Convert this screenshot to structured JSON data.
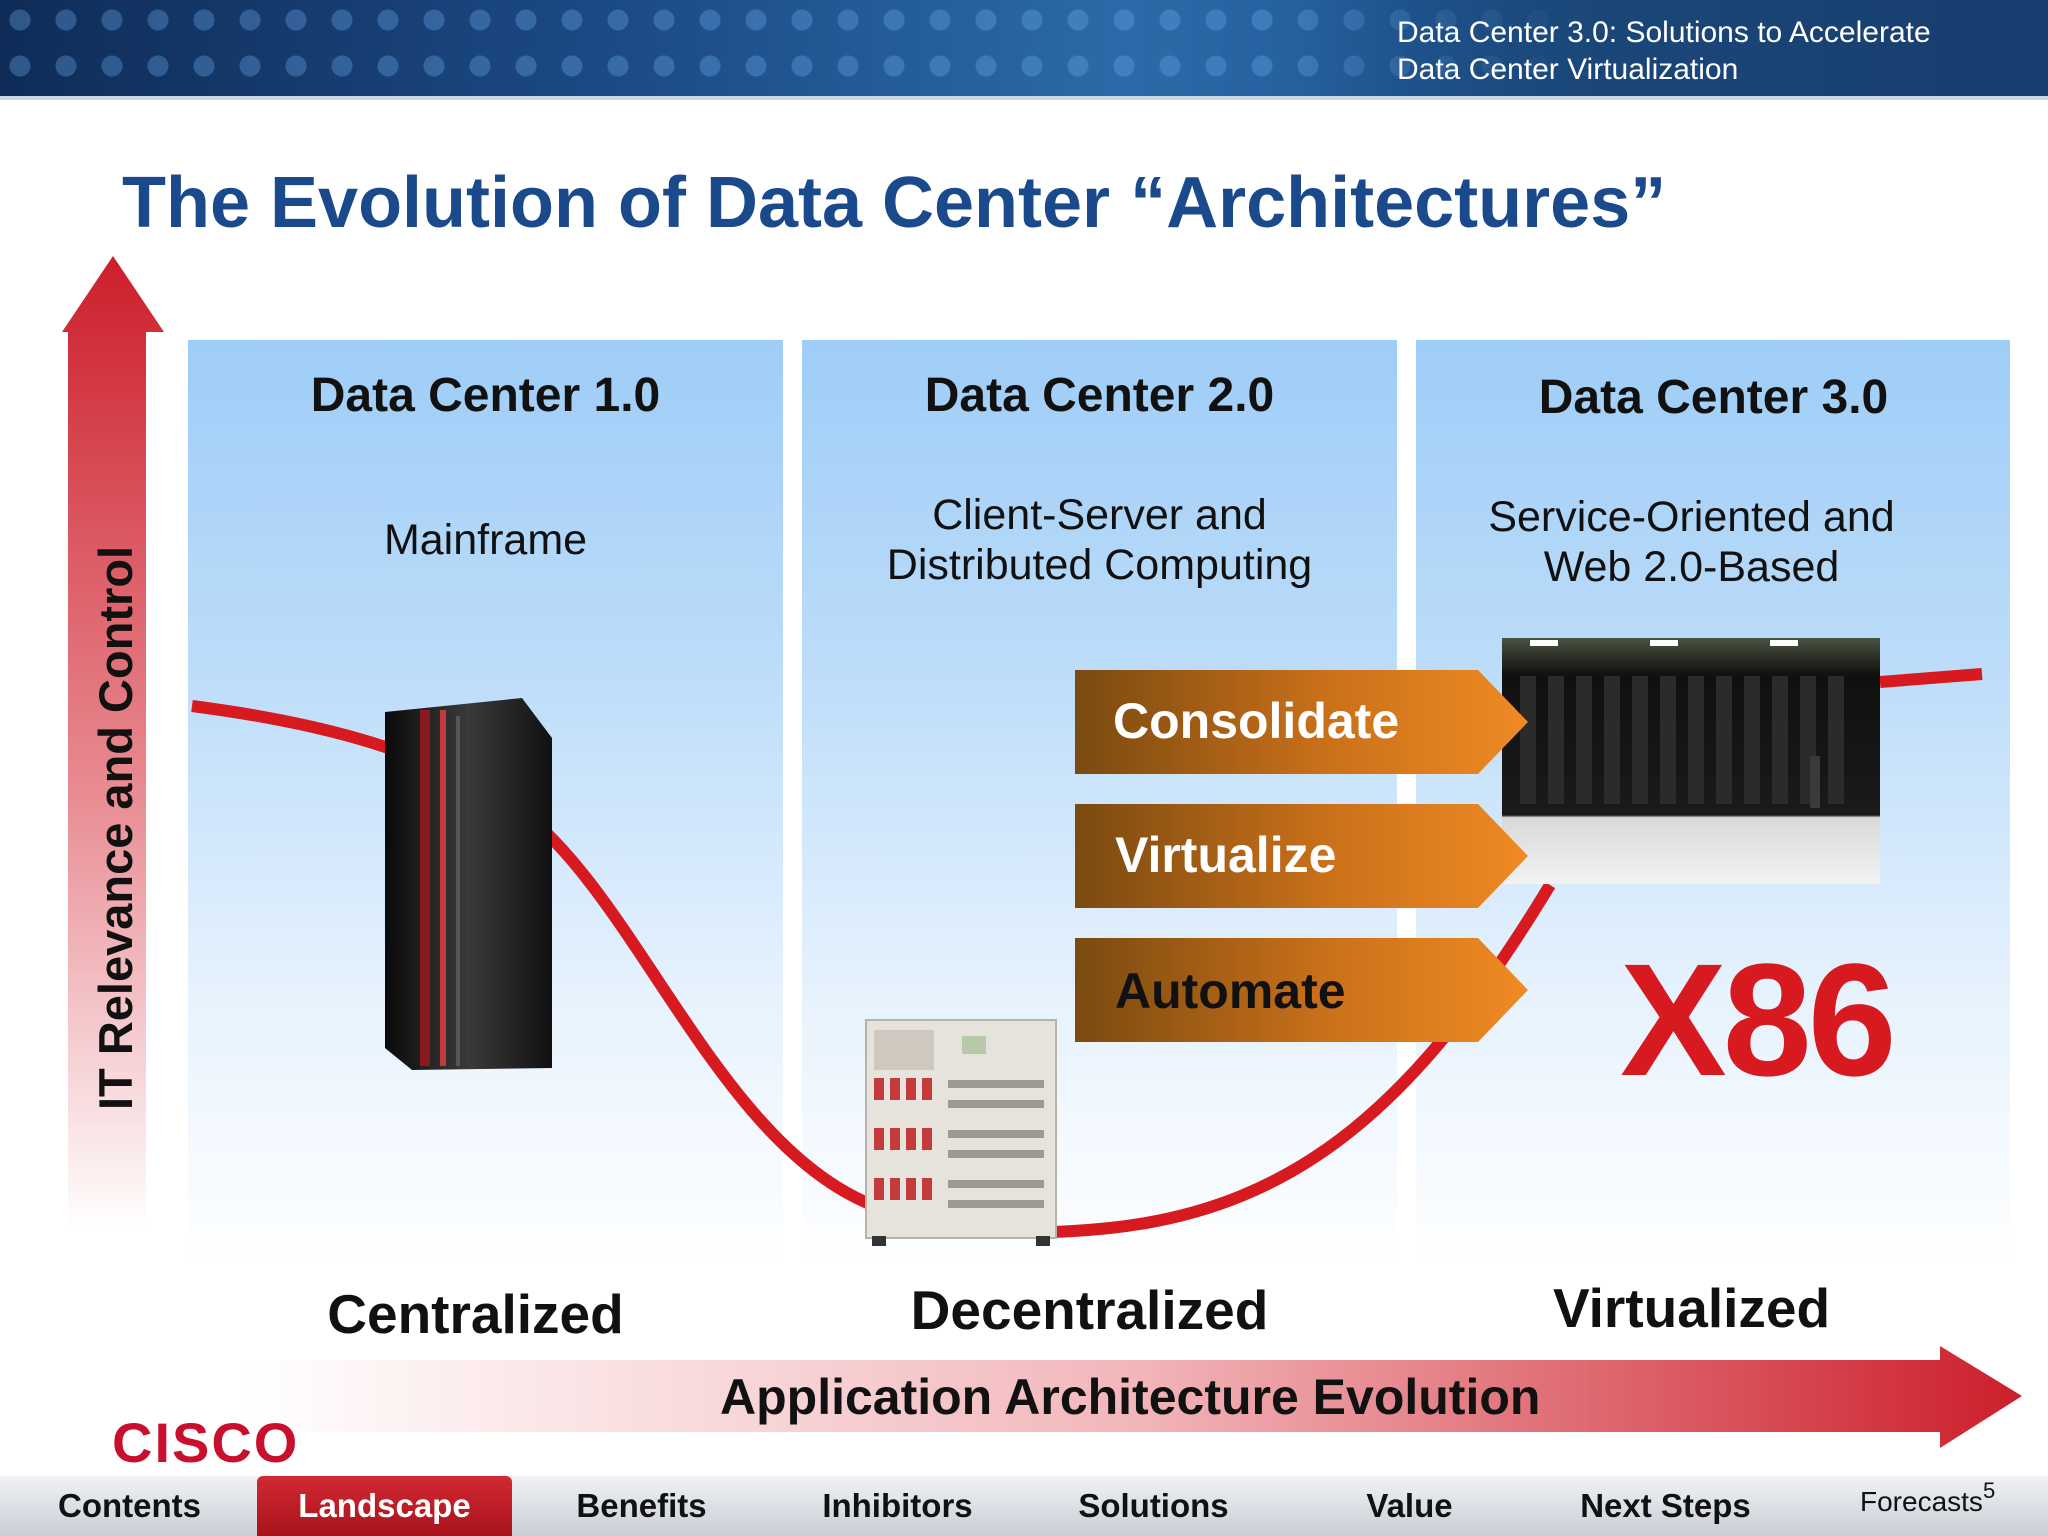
{
  "header": {
    "line1": "Data Center 3.0: Solutions to Accelerate",
    "line2": "Data Center Virtualization"
  },
  "title": "The Evolution of Data Center “Architectures”",
  "y_axis_label": "IT Relevance and Control",
  "x_axis_label": "Application Architecture Evolution",
  "panels": [
    {
      "title": "Data Center 1.0",
      "subtitle_lines": [
        "Mainframe"
      ],
      "era": "Centralized"
    },
    {
      "title": "Data Center 2.0",
      "subtitle_lines": [
        "Client-Server and",
        "Distributed Computing"
      ],
      "era": "Decentralized"
    },
    {
      "title": "Data Center 3.0",
      "subtitle_lines": [
        "Service-Oriented and",
        "Web 2.0-Based"
      ],
      "era": "Virtualized"
    }
  ],
  "steps": [
    "Consolidate",
    "Virtualize",
    "Automate"
  ],
  "x86_label": "X86",
  "logo": "CISCO",
  "nav": {
    "items": [
      "Contents",
      "Landscape",
      "Benefits",
      "Inhibitors",
      "Solutions",
      "Value",
      "Next Steps"
    ],
    "active": "Landscape",
    "extra": "Forecasts",
    "page": "5"
  },
  "colors": {
    "title_blue": "#1a4a8c",
    "curve_red": "#d71920",
    "chevron_dark": "#7a4a10",
    "chevron_light": "#f08a24",
    "nav_active": "#c41e26"
  }
}
